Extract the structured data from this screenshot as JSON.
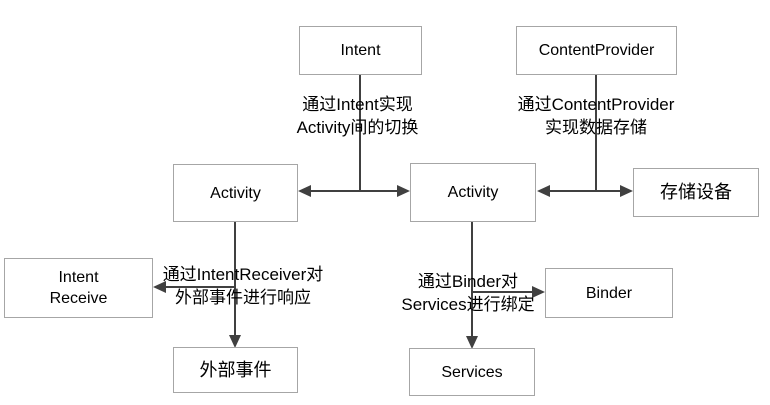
{
  "diagram": {
    "title": "Android components relationship diagram",
    "boxes": {
      "intent": "Intent",
      "content_provider": "ContentProvider",
      "activity_left": "Activity",
      "activity_right": "Activity",
      "storage": "存储设备",
      "intent_receive": "Intent\nReceive",
      "binder": "Binder",
      "external_event": "外部事件",
      "services": "Services"
    },
    "annotations": {
      "intent_note": "通过Intent实现\nActivity间的切换",
      "content_provider_note": "通过ContentProvider\n实现数据存储",
      "intent_receiver_note": "通过IntentReceiver对\n外部事件进行响应",
      "binder_note": "通过Binder对\nServices进行绑定"
    },
    "connections": {
      "activity_activity": "double-arrow",
      "activity_storage": "double-arrow",
      "intent_to_activities": "t-junction",
      "contentprovider_to_storage_link": "t-junction",
      "activity_to_intent_receive": "arrow-left",
      "activity_to_external_event": "arrow-down",
      "activity_to_binder": "arrow-right",
      "activity_to_services": "arrow-down"
    },
    "colors": {
      "line": "#404040",
      "box_border": "#a6a6a6",
      "text": "#000000",
      "background": "#ffffff"
    }
  }
}
